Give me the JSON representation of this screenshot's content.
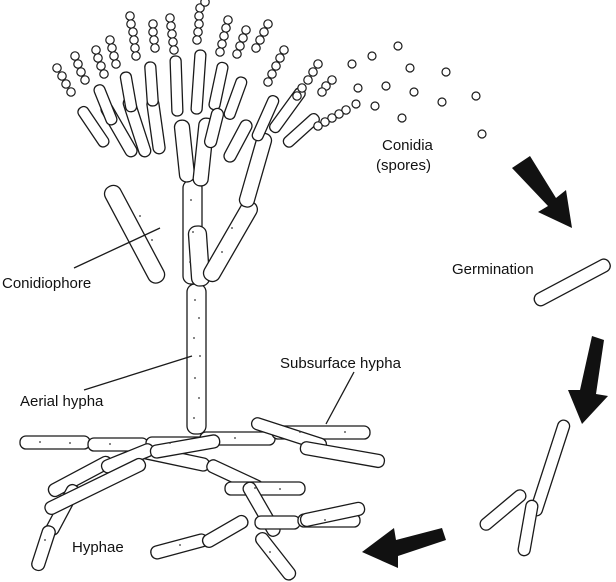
{
  "labels": {
    "conidia": "Conidia",
    "spores": "(spores)",
    "germination": "Germination",
    "conidiophore": "Conidiophore",
    "subsurface_hypha": "Subsurface hypha",
    "aerial_hypha": "Aerial hypha",
    "hyphae": "Hyphae"
  },
  "colors": {
    "ink": "#1a1a1a",
    "fill": "#ffffff",
    "arrow": "#111111"
  }
}
